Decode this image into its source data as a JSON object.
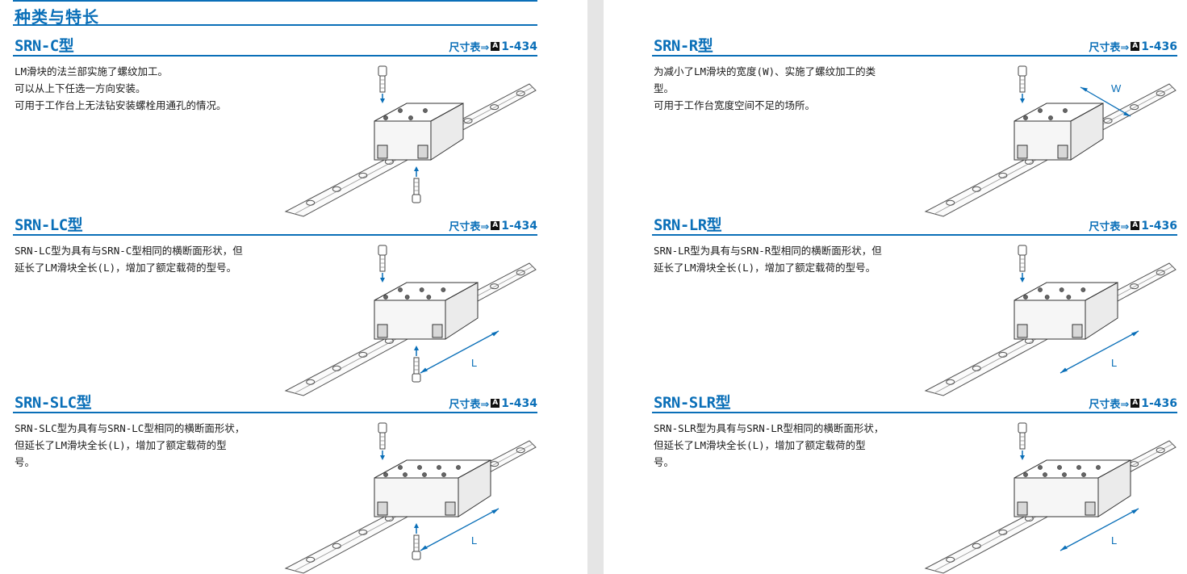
{
  "title": "种类与特长",
  "ref_prefix": "尺寸表⇒",
  "ref_badge": "A",
  "colors": {
    "accent": "#0a6fb8",
    "gutter": "#e5e5e5"
  },
  "left": [
    {
      "name": "SRN-C型",
      "ref": "1-434",
      "lines": [
        "LM滑块的法兰部实施了螺纹加工。",
        "可以从上下任选一方向安装。",
        "可用于工作台上无法钻安装螺栓用通孔的情况。"
      ]
    },
    {
      "name": "SRN-LC型",
      "ref": "1-434",
      "lines": [
        "SRN-LC型为具有与SRN-C型相同的横断面形状，但",
        "延长了LM滑块全长(L)，增加了额定载荷的型号。"
      ],
      "dim": "L"
    },
    {
      "name": "SRN-SLC型",
      "ref": "1-434",
      "lines": [
        "SRN-SLC型为具有与SRN-LC型相同的横断面形状，",
        "但延长了LM滑块全长(L)，增加了额定载荷的型",
        "号。"
      ],
      "dim": "L"
    }
  ],
  "right": [
    {
      "name": "SRN-R型",
      "ref": "1-436",
      "lines": [
        "为减小了LM滑块的宽度(W)、实施了螺纹加工的类",
        "型。",
        "可用于工作台宽度空间不足的场所。"
      ],
      "dim": "W"
    },
    {
      "name": "SRN-LR型",
      "ref": "1-436",
      "lines": [
        "SRN-LR型为具有与SRN-R型相同的横断面形状，但",
        "延长了LM滑块全长(L)，增加了额定载荷的型号。"
      ],
      "dim": "L"
    },
    {
      "name": "SRN-SLR型",
      "ref": "1-436",
      "lines": [
        "SRN-SLR型为具有与SRN-LR型相同的横断面形状，",
        "但延长了LM滑块全长(L)，增加了额定载荷的型",
        "号。"
      ],
      "dim": "L"
    }
  ]
}
